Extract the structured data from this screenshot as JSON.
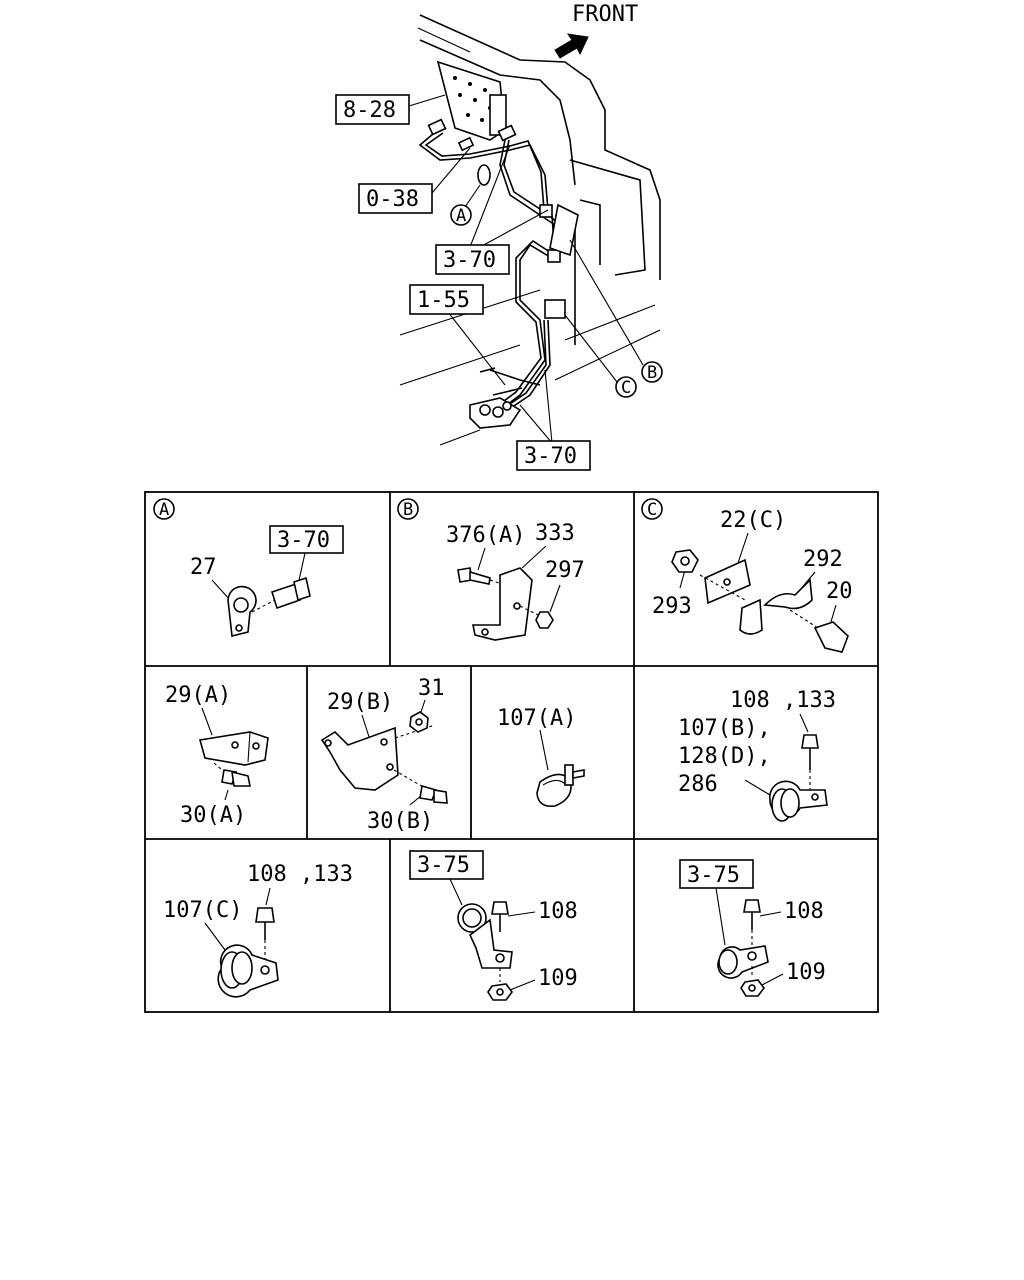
{
  "top": {
    "front_label": "FRONT",
    "refs": {
      "r828": "8-28",
      "r038": "0-38",
      "r370a": "3-70",
      "r155": "1-55",
      "r370b": "3-70"
    },
    "callouts": {
      "a": "A",
      "b": "B",
      "c": "C"
    }
  },
  "cells": {
    "a": {
      "tag": "A",
      "ref": "3-70",
      "p27": "27"
    },
    "b": {
      "tag": "B",
      "p376": "376(A)",
      "p333": "333",
      "p297": "297"
    },
    "c": {
      "tag": "C",
      "p22": "22(C)",
      "p292": "292",
      "p293": "293",
      "p20": "20"
    },
    "d": {
      "p29a": "29(A)",
      "p30a": "30(A)"
    },
    "e": {
      "p29b": "29(B)",
      "p31": "31",
      "p30b": "30(B)"
    },
    "f": {
      "p107a": "107(A)"
    },
    "g": {
      "l1": "108 ,133",
      "l2": "107(B),",
      "l3": "128(D),",
      "l4": "286"
    },
    "h": {
      "l1": "108 ,133",
      "l2": "107(C)"
    },
    "i": {
      "ref": "3-75",
      "p108": "108",
      "p109": "109"
    },
    "j": {
      "ref": "3-75",
      "p108": "108",
      "p109": "109"
    }
  }
}
